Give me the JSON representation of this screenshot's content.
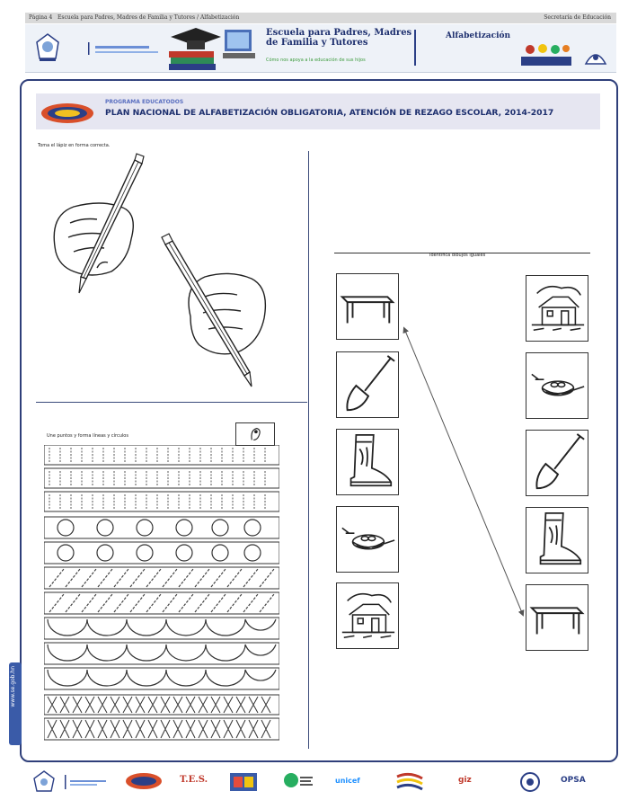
{
  "header": {
    "page_label": "Página 4",
    "breadcrumb": "Escuela para Padres, Madres de Familia y Tutores / Alfabetización",
    "ministry": "Secretaría de Educación",
    "banner_title": "Escuela para Padres, Madres de Familia y Tutores",
    "banner_subtitle": "Cómo nos apoya a la educación de sus hijos",
    "section": "Alfabetización"
  },
  "program": {
    "label": "PROGRAMA EDUCATODOS",
    "title": "PLAN NACIONAL DE ALFABETIZACIÓN OBLIGATORIA, ATENCIÓN DE REZAGO ESCOLAR, 2014-2017"
  },
  "activities": {
    "pencil_instruction": "Toma el lápiz en forma correcta.",
    "match_instruction": "Identifica dibujos iguales",
    "trace_instruction": "Une puntos y forma líneas y círculos",
    "left_column": [
      "bench-icon",
      "shovel-icon",
      "boot-icon",
      "nest-icon",
      "house-icon"
    ],
    "right_column": [
      "house-icon",
      "nest-icon",
      "shovel-icon",
      "boot-icon",
      "bench-icon"
    ]
  },
  "footer": {
    "logos": [
      "T.E.S.",
      "unicef",
      "giz",
      "OPSA"
    ]
  },
  "sidebar": {
    "url": "www.se.gob.hn"
  },
  "colors": {
    "navy": "#1d2f6e",
    "frame": "#2f3f7a",
    "band": "#e6e6f1",
    "accent": "#3a5ba8",
    "green": "#3a9a3a"
  }
}
